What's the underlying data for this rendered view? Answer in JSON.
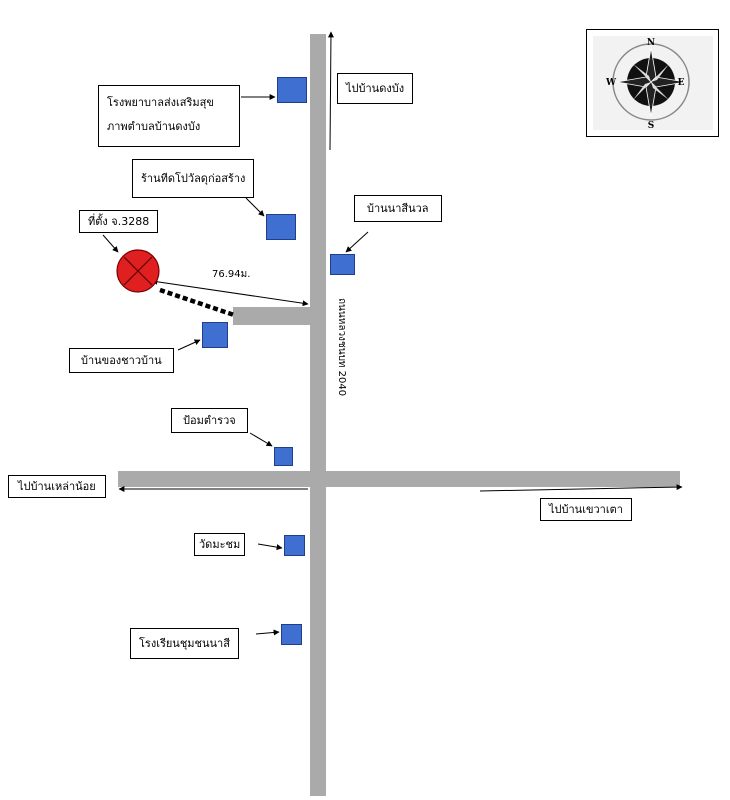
{
  "map": {
    "landmarks": {
      "hospital": "โรงพยาบาลส่งเสริมสุขภาพตำบลบ้านดงบัง",
      "shop": "ร้านทีดโปวัลดุก่อสร้าง",
      "site": "ที่ตั้ง จ.3288",
      "village_na_sinual": "บ้านนาสีนวล",
      "villagers_house": "บ้านของชาวบ้าน",
      "police_box": "ป้อมตำรวจ",
      "temple": "วัดมะชม",
      "school": "โรงเรียนชุมชนนาสี"
    },
    "directions": {
      "to_dong_bang": "ไปบ้านดงบัง",
      "to_lao_noi": "ไปบ้านเหล่าน้อย",
      "to_khao_tao": "ไปบ้านเขวาเตา"
    },
    "road_name": "ถนนหลวงชนบท 2040",
    "distance": "76.94ม.",
    "compass": {
      "n": "N",
      "s": "S",
      "e": "E",
      "w": "W"
    },
    "colors": {
      "road": "#aaaaaa",
      "building": "#3f6fd1",
      "site_marker": "#e02020",
      "background": "#ffffff"
    }
  }
}
